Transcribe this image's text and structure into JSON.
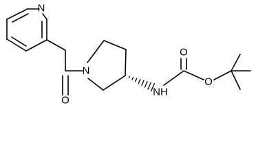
{
  "molecule": {
    "atoms": {
      "pyridine_n": "N",
      "amide_n": "N",
      "amide_o": "O",
      "carbamate_nh": "NH",
      "carbamate_o_double": "O",
      "carbamate_o_ester": "O"
    },
    "stereo": {
      "center": "pyrrolidine-C3",
      "bond": "hashed-wedge"
    }
  }
}
